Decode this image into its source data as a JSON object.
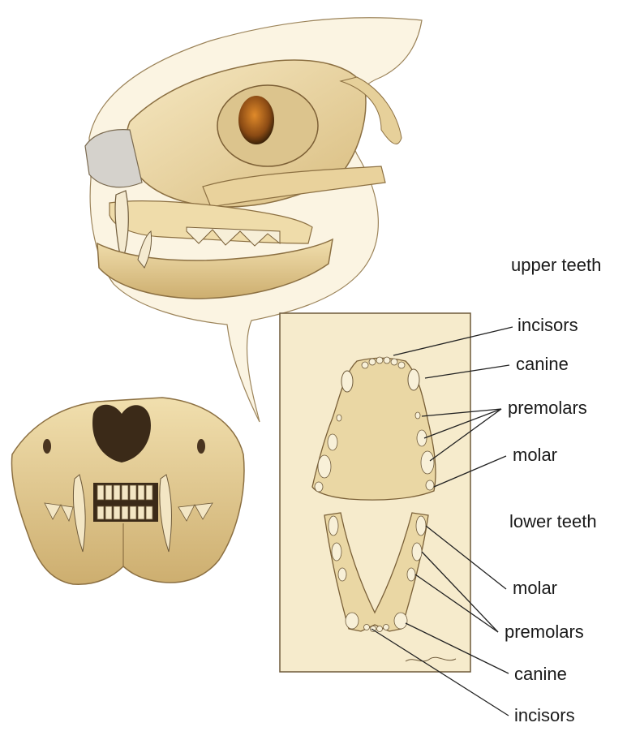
{
  "labels": {
    "upper_teeth": "upper teeth",
    "upper_incisors": "incisors",
    "upper_canine": "canine",
    "upper_premolars": "premolars",
    "upper_molar": "molar",
    "lower_teeth": "lower teeth",
    "lower_molar": "molar",
    "lower_premolars": "premolars",
    "lower_canine": "canine",
    "lower_incisors": "incisors"
  },
  "colors": {
    "bone_light": "#f3e3b8",
    "bone_mid": "#e2c98e",
    "bone_shadow": "#b99560",
    "eye": "#b5651d",
    "panel_bg": "#f6ebcc",
    "panel_border": "#6e5a3a",
    "leader": "#222222"
  }
}
